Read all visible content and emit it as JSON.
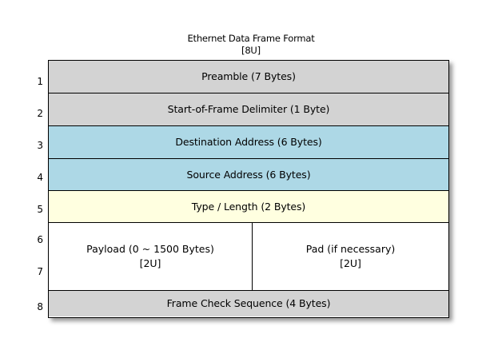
{
  "title": {
    "main": "Ethernet Data Frame Format",
    "sub": "[8U]"
  },
  "colors": {
    "header_gray": "#D3D3D3",
    "address_blue": "#ADD8E6",
    "type_yellow": "#FFFFE0",
    "payload_white": "#FFFFFF",
    "border": "#000000",
    "background": "#FFFFFF"
  },
  "row_numbers": [
    "1",
    "2",
    "3",
    "4",
    "5",
    "6",
    "7",
    "8"
  ],
  "rows": [
    {
      "number": "1",
      "label": "Preamble (7 Bytes)",
      "fill": "#D3D3D3"
    },
    {
      "number": "2",
      "label": "Start-of-Frame Delimiter (1 Byte)",
      "fill": "#D3D3D3"
    },
    {
      "number": "3",
      "label": "Destination Address (6 Bytes)",
      "fill": "#ADD8E6"
    },
    {
      "number": "4",
      "label": "Source Address (6 Bytes)",
      "fill": "#ADD8E6"
    },
    {
      "number": "5",
      "label": "Type / Length (2 Bytes)",
      "fill": "#FFFFE0"
    },
    {
      "number": "8",
      "label": "Frame Check Sequence (4 Bytes)",
      "fill": "#D3D3D3"
    }
  ],
  "split_row": {
    "numbers": [
      "6",
      "7"
    ],
    "fill": "#FFFFFF",
    "left": {
      "label": "Payload (0 ~ 1500 Bytes)",
      "sub": "[2U]"
    },
    "right": {
      "label": "Pad (if necessary)",
      "sub": "[2U]"
    }
  }
}
